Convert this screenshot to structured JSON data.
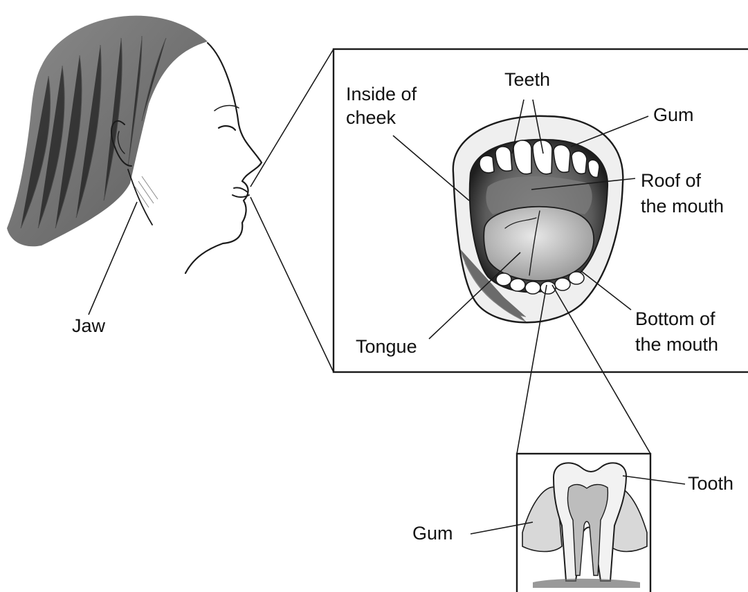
{
  "labels": {
    "jaw": "Jaw",
    "teeth": "Teeth",
    "inside_cheek_line1": "Inside of",
    "inside_cheek_line2": "cheek",
    "gum_top": "Gum",
    "roof_line1": "Roof of",
    "roof_line2": "the mouth",
    "tongue": "Tongue",
    "bottom_line1": "Bottom of",
    "bottom_line2": "the mouth",
    "tooth": "Tooth",
    "gum_bottom": "Gum"
  },
  "colors": {
    "ink": "#111111",
    "shade_dark": "#3a3a3a",
    "shade_mid": "#8a8a8a",
    "shade_light": "#cfcfcf",
    "paper": "#ffffff"
  }
}
